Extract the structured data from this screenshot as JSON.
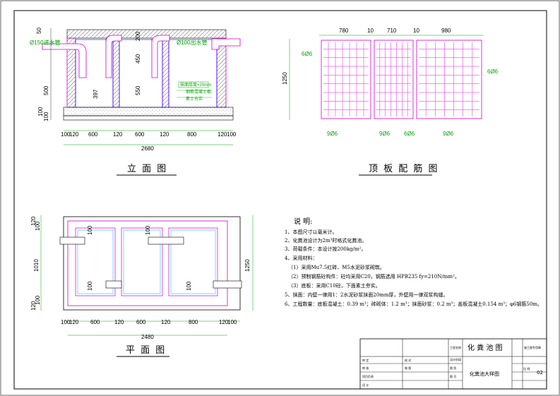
{
  "elevation": {
    "title": "立 面 图",
    "left_dims": [
      "50",
      "500",
      "100",
      "100"
    ],
    "inner_dims": [
      "200",
      "450",
      "397",
      "550"
    ],
    "pipe_in": "Ø150进水管",
    "pipe_out": "Ø100出水管",
    "legend": [
      "抹面厚度=20mm",
      "钢筋混凝土板",
      "素土夯实"
    ],
    "bottom_dims": [
      "100",
      "120",
      "600",
      "120",
      "600",
      "120",
      "800",
      "120",
      "100"
    ],
    "total": "2680"
  },
  "roof": {
    "title": "顶 板 配 筋 图",
    "top_dims": [
      "780",
      "10",
      "710",
      "10",
      "980"
    ],
    "side_dim": "1250",
    "rebar_labels": [
      "6Ø6",
      "6Ø6",
      "9Ø6",
      "9Ø6",
      "6Ø6",
      "9Ø6"
    ]
  },
  "plan": {
    "title": "平 面 图",
    "left_dims": [
      "120",
      "100",
      "1010",
      "100",
      "120"
    ],
    "right_dim": "1250",
    "inner_100": [
      "100",
      "100",
      "100",
      "100"
    ],
    "bottom_dims": [
      "100",
      "120",
      "600",
      "120",
      "600",
      "120",
      "800",
      "120",
      "100"
    ],
    "total": "2480"
  },
  "notes": {
    "heading": "说  明:",
    "lines": [
      "1、本图尺寸以毫米计。",
      "2、化粪池设计为2m³时格式化粪池。",
      "3、荷载条件：本设计按200kg/m²。",
      "4、采用材料：",
      "（1）采用Mu7.5红砖、M5水泥砂浆砌筑。",
      "（2）预制钢筋砼构件：砼均采用C20，钢筋选用 HPB235 fy=210N/mm²。",
      "（3）底板：采用C10砼，下面素土夯实。",
      "5、抹面：内壁一律用1：2水泥砂浆抹面20mm厚，外壁用一律双浆构缝。",
      "6、工程数量：底板混凝土：0.39 m³；砖砌体：1.2 m³；抹面砂浆：0.2 m³；盖板混凝土0.154 m³；φ6钢筋50m。"
    ]
  },
  "title_block": {
    "project": "化 粪 池 图",
    "drawing": "化粪池大样图",
    "project_label": "工程名称",
    "design_stage_label": "设计阶段",
    "company": "施工图专用章",
    "scale_label": "比 例",
    "sheet_no": "02",
    "cells": [
      "审 定",
      "审 核",
      "项目负责",
      "设 计",
      "校 对",
      "制 图",
      "图 别",
      "图 号"
    ]
  }
}
